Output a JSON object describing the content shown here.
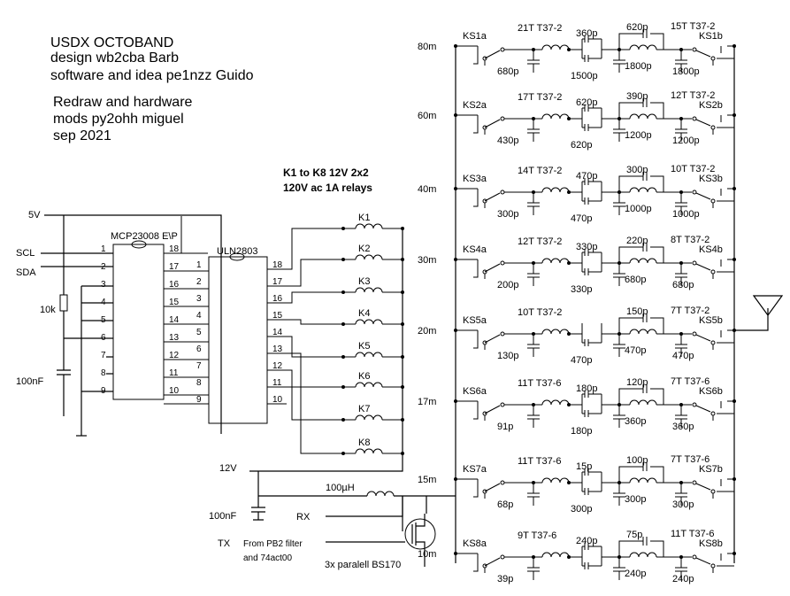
{
  "title_block": {
    "line1": "USDX OCTOBAND",
    "line2": "design wb2cba Barb",
    "line3": "software and idea pe1nzz Guido",
    "line4": "Redraw and hardware",
    "line5": "mods py2ohh miguel",
    "line6": "sep 2021"
  },
  "relay_note": {
    "line1": "K1 to K8 12V 2x2",
    "line2": "120V ac 1A relays"
  },
  "left": {
    "v5": "5V",
    "scl": "SCL",
    "sda": "SDA",
    "r10k": "10k",
    "c100nf": "100nF",
    "v12": "12V",
    "c100nf2": "100nF",
    "l100uh": "100µH",
    "rx": "RX",
    "tx": "TX",
    "from1": "From PB2 filter",
    "from2": "and 74act00",
    "mosfet": "3x paralell BS170"
  },
  "ic1": {
    "name": "MCP23008 E\\P",
    "left_pins": [
      "1",
      "2",
      "3",
      "4",
      "5",
      "6",
      "7",
      "8",
      "9"
    ],
    "right_pins": [
      "18",
      "17",
      "16",
      "15",
      "14",
      "13",
      "12",
      "11",
      "10"
    ]
  },
  "ic2": {
    "name": "ULN2803",
    "left_pins": [
      "1",
      "2",
      "3",
      "4",
      "5",
      "6",
      "7",
      "8",
      "9"
    ],
    "right_pins": [
      "18",
      "17",
      "16",
      "15",
      "14",
      "13",
      "12",
      "11",
      "10"
    ]
  },
  "relays": [
    "K1",
    "K2",
    "K3",
    "K4",
    "K5",
    "K6",
    "K7",
    "K8"
  ],
  "bands": [
    {
      "band": "80m",
      "ksa": "KS1a",
      "ksb": "KS1b",
      "c1": "680p",
      "l1": "21T T37-2",
      "cs_top": "360p",
      "cs_bot": "1500p",
      "cp": "620p",
      "l2": "15T T37-2",
      "c2": "1800p",
      "c3": "1800p"
    },
    {
      "band": "60m",
      "ksa": "KS2a",
      "ksb": "KS2b",
      "c1": "430p",
      "l1": "17T T37-2",
      "cs_top": "620p",
      "cs_bot": "620p",
      "cp": "390p",
      "l2": "12T T37-2",
      "c2": "1200p",
      "c3": "1200p"
    },
    {
      "band": "40m",
      "ksa": "KS3a",
      "ksb": "KS3b",
      "c1": "300p",
      "l1": "14T T37-2",
      "cs_top": "470p",
      "cs_bot": "470p",
      "cp": "300p",
      "l2": "10T T37-2",
      "c2": "1000p",
      "c3": "1000p"
    },
    {
      "band": "30m",
      "ksa": "KS4a",
      "ksb": "KS4b",
      "c1": "200p",
      "l1": "12T T37-2",
      "cs_top": "330p",
      "cs_bot": "330p",
      "cp": "220p",
      "l2": "8T T37-2",
      "c2": "680p",
      "c3": "680p"
    },
    {
      "band": "20m",
      "ksa": "KS5a",
      "ksb": "KS5b",
      "c1": "130p",
      "l1": "10T T37-2",
      "cs_top": "",
      "cs_bot": "470p",
      "cp": "150p",
      "l2": "7T T37-2",
      "c2": "470p",
      "c3": "470p"
    },
    {
      "band": "17m",
      "ksa": "KS6a",
      "ksb": "KS6b",
      "c1": "91p",
      "l1": "11T T37-6",
      "cs_top": "180p",
      "cs_bot": "180p",
      "cp": "120p",
      "l2": "7T T37-6",
      "c2": "360p",
      "c3": "360p"
    },
    {
      "band": "15m",
      "ksa": "KS7a",
      "ksb": "KS7b",
      "c1": "68p",
      "l1": "11T T37-6",
      "cs_top": "15p",
      "cs_bot": "300p",
      "cp": "100p",
      "l2": "7T T37-6",
      "c2": "300p",
      "c3": "300p"
    },
    {
      "band": "10m",
      "ksa": "KS8a",
      "ksb": "KS8b",
      "c1": "39p",
      "l1": "9T T37-6",
      "cs_top": "240p",
      "cs_bot": "",
      "cp": "75p",
      "l2": "11T T37-6",
      "c2": "240p",
      "c3": "240p"
    }
  ],
  "colors": {
    "ink": "#000000",
    "background": "#ffffff"
  }
}
